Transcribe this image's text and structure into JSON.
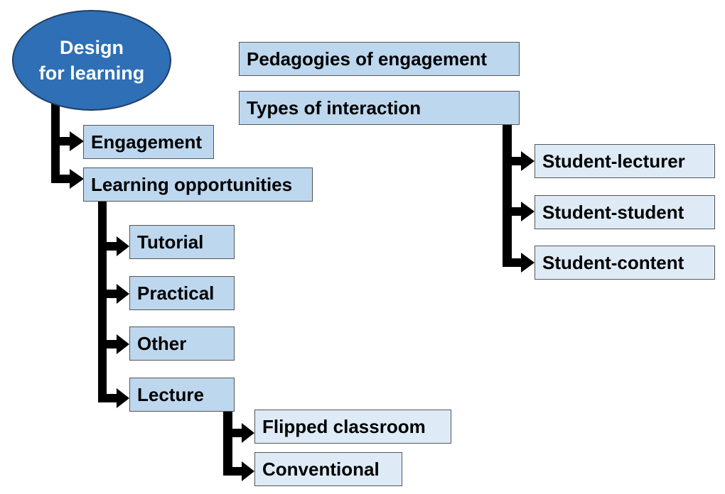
{
  "diagram": {
    "root": {
      "label": "Design\nfor learning"
    },
    "top_boxes": {
      "pedagogies": "Pedagogies of engagement",
      "interaction": "Types of interaction"
    },
    "level1": {
      "engagement": "Engagement",
      "learning_opportunities": "Learning opportunities"
    },
    "opportunities": {
      "tutorial": "Tutorial",
      "practical": "Practical",
      "other": "Other",
      "lecture": "Lecture"
    },
    "lecture_children": {
      "flipped": "Flipped classroom",
      "conventional": "Conventional"
    },
    "interaction_children": {
      "student_lecturer": "Student-lecturer",
      "student_student": "Student-student",
      "student_content": "Student-content"
    },
    "colors": {
      "root_fill": "#2e6fb6",
      "box_fill_mid": "#bdd7ee",
      "box_fill_light": "#deebf7",
      "connector": "#000000"
    }
  }
}
